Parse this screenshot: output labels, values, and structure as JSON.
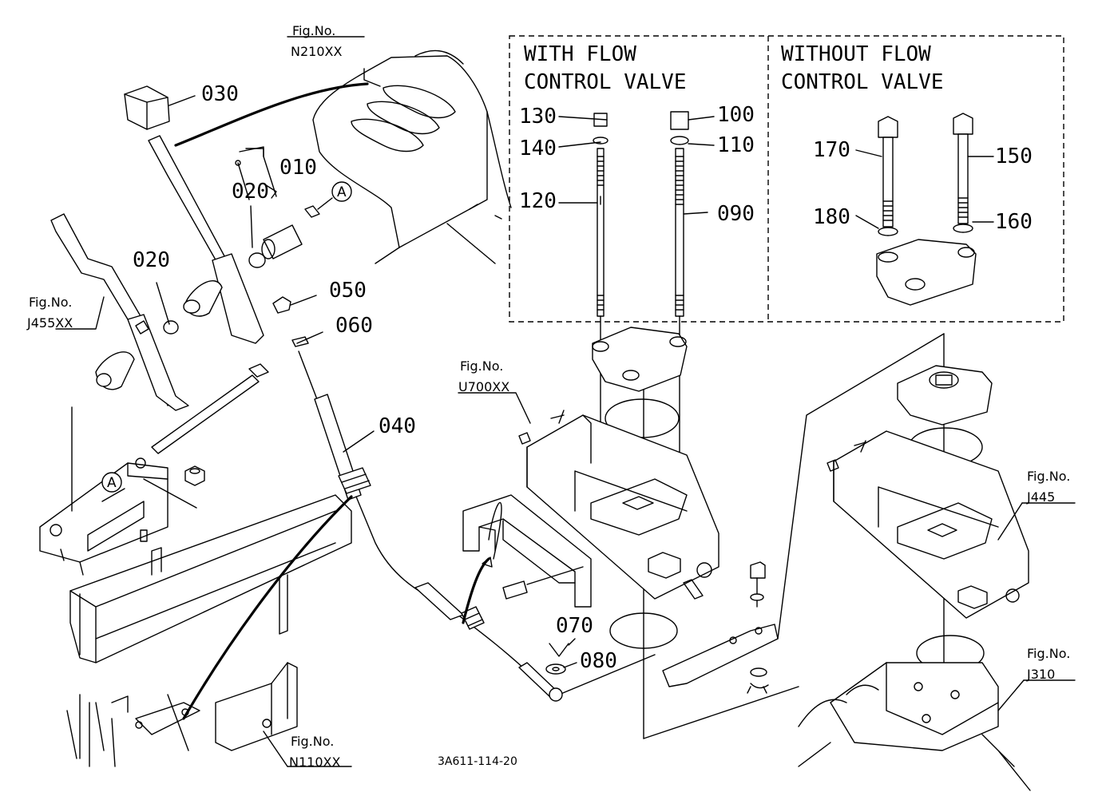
{
  "diagram": {
    "drawing_number": "3A611-114-20",
    "boxes": {
      "with_flow": [
        "WITH  FLOW",
        "CONTROL  VALVE"
      ],
      "without_flow": [
        "WITHOUT  FLOW",
        "CONTROL  VALVE"
      ]
    },
    "figure_refs": {
      "n210": [
        "Fig.No.",
        "N210XX"
      ],
      "j455": [
        "Fig.No.",
        "J455XX"
      ],
      "u700": [
        "Fig.No.",
        "U700XX"
      ],
      "j445": [
        "Fig.No.",
        "J445"
      ],
      "j310": [
        "Fig.No.",
        "J310"
      ],
      "n110": [
        "Fig.No.",
        "N110XX"
      ]
    },
    "callout_marker": "A",
    "parts": {
      "p010": "010",
      "p020a": "020",
      "p020b": "020",
      "p030": "030",
      "p040": "040",
      "p050": "050",
      "p060": "060",
      "p070": "070",
      "p080": "080",
      "p090": "090",
      "p100": "100",
      "p110": "110",
      "p120": "120",
      "p130": "130",
      "p140": "140",
      "p150": "150",
      "p160": "160",
      "p170": "170",
      "p180": "180"
    }
  }
}
